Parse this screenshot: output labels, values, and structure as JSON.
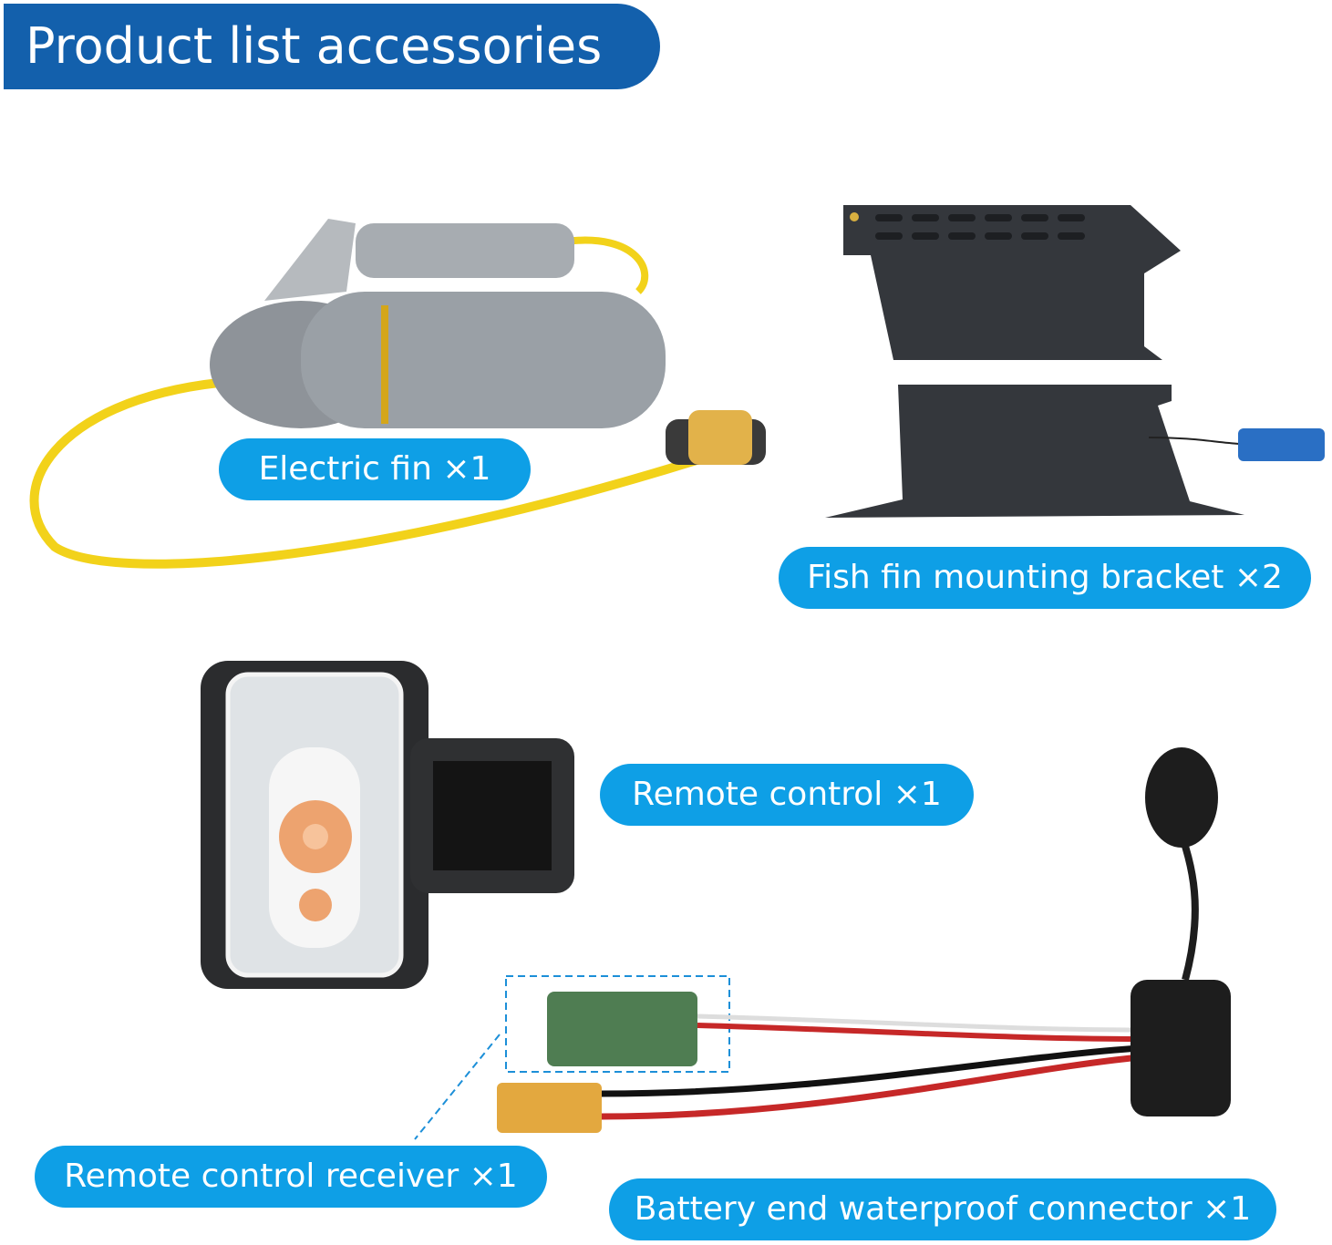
{
  "header": {
    "title": "Product list accessories"
  },
  "items": [
    {
      "label": "Electric fin ×1"
    },
    {
      "label": "Fish fin mounting bracket ×2"
    },
    {
      "label": "Remote control ×1"
    },
    {
      "label": "Remote control receiver ×1"
    },
    {
      "label": "Battery end waterproof connector ×1"
    }
  ],
  "colors": {
    "header": "#1360ac",
    "pill": "#0e9fe6"
  }
}
